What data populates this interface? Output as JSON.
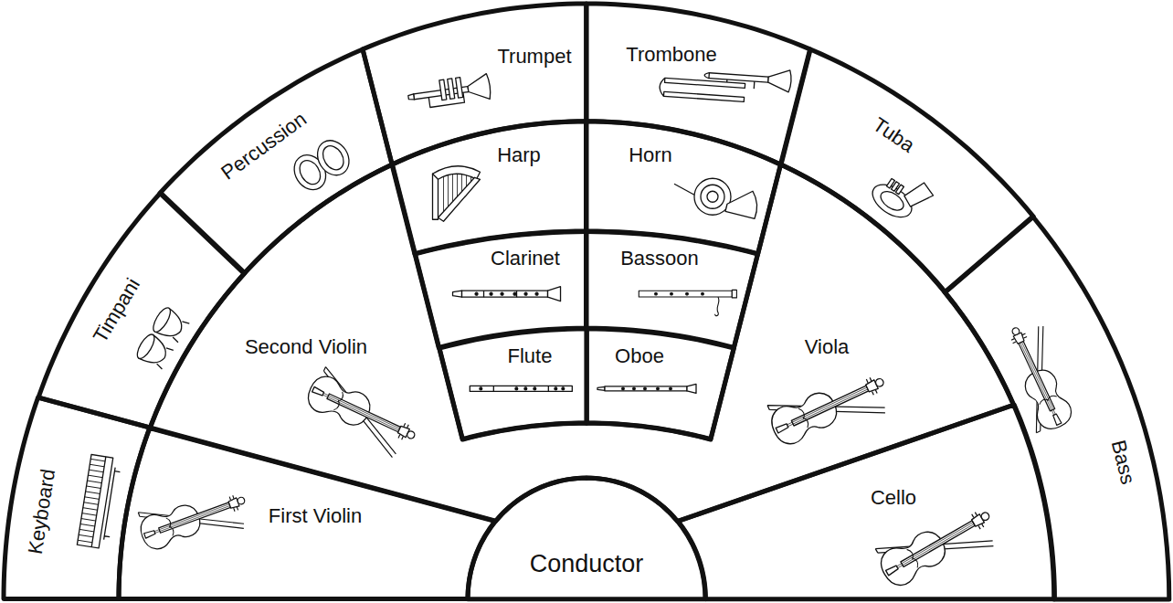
{
  "diagram": {
    "nodes": [
      {
        "text": [
          "Trumpet"
        ]
      },
      {
        "text": [
          "Trombone"
        ]
      },
      {
        "text": [
          "Percussion"
        ]
      },
      {
        "text": [
          "Tuba"
        ]
      },
      {
        "text": [
          "Harp"
        ]
      },
      {
        "text": [
          "Horn"
        ]
      },
      {
        "text": [
          "Timpani"
        ]
      },
      {
        "text": [
          "Clarinet"
        ]
      },
      {
        "text": [
          "Bassoon"
        ]
      },
      {
        "text": [
          "Second Violin"
        ]
      },
      {
        "text": [
          "Viola"
        ]
      },
      {
        "text": [
          "Flute"
        ]
      },
      {
        "text": [
          "Oboe"
        ]
      },
      {
        "text": [
          "Keyboard"
        ]
      },
      {
        "text": [
          "First Violin"
        ]
      },
      {
        "text": [
          "Cello"
        ]
      },
      {
        "text": [
          "Bass"
        ]
      },
      {
        "text": [
          "Conductor"
        ]
      }
    ]
  }
}
